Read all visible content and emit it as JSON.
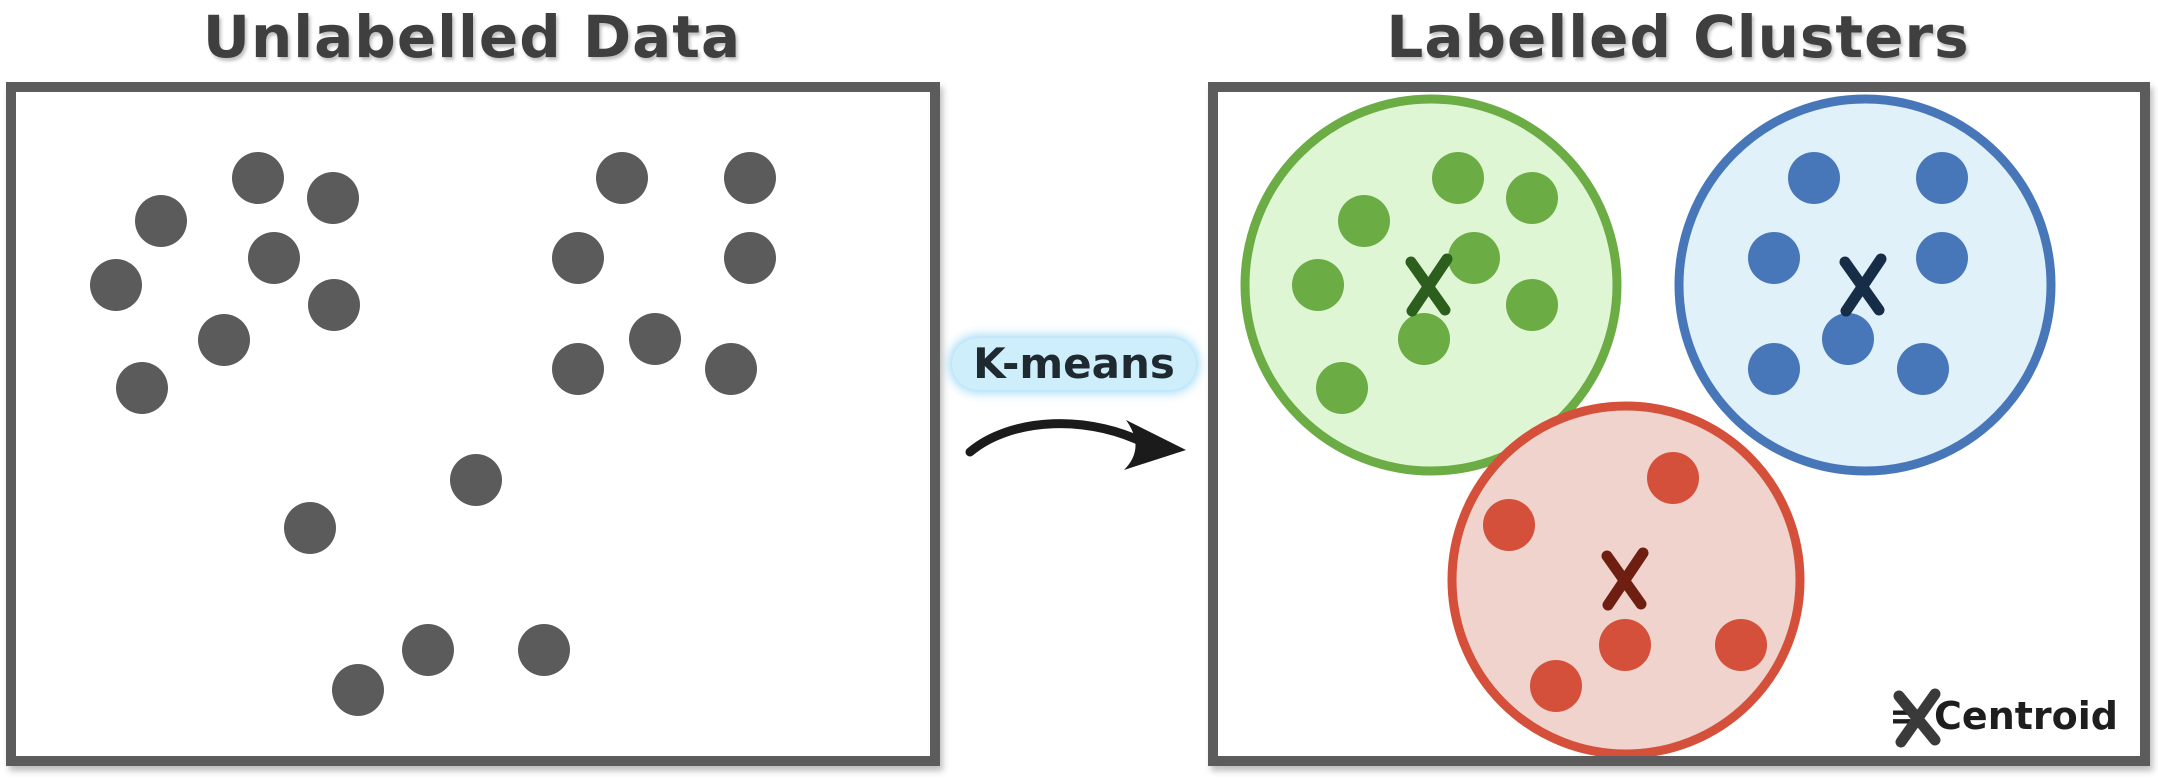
{
  "titles": {
    "left": "Unlabelled Data",
    "right": "Labelled Clusters"
  },
  "arrow": {
    "label": "K-means"
  },
  "legend": {
    "symbol": "centroid-x-icon",
    "text": "= Centroid"
  },
  "colors": {
    "panel_border": "#5c5c5c",
    "unlabelled_point": "#5b5b5b",
    "green": "#6bac45",
    "blue": "#4877b9",
    "red": "#d5503a"
  },
  "chart_data": {
    "type": "scatter",
    "unlabelled_points": [
      [
        258,
        178
      ],
      [
        333,
        198
      ],
      [
        161,
        221
      ],
      [
        274,
        258
      ],
      [
        116,
        285
      ],
      [
        334,
        305
      ],
      [
        224,
        340
      ],
      [
        142,
        388
      ],
      [
        622,
        178
      ],
      [
        750,
        178
      ],
      [
        578,
        258
      ],
      [
        750,
        258
      ],
      [
        655,
        339
      ],
      [
        578,
        369
      ],
      [
        731,
        369
      ],
      [
        476,
        480
      ],
      [
        310,
        528
      ],
      [
        428,
        650
      ],
      [
        544,
        650
      ],
      [
        358,
        690
      ]
    ],
    "clusters": [
      {
        "name": "green",
        "center": [
          1431,
          285
        ],
        "radius": 186,
        "fill": "#dff6d4",
        "stroke": "#6bac45",
        "point_color": "#6bac45",
        "centroid": [
          1428,
          286
        ],
        "centroid_color": "#2c5e1e",
        "points": [
          [
            1458,
            178
          ],
          [
            1532,
            198
          ],
          [
            1364,
            221
          ],
          [
            1474,
            258
          ],
          [
            1318,
            285
          ],
          [
            1532,
            305
          ],
          [
            1424,
            339
          ],
          [
            1342,
            388
          ]
        ]
      },
      {
        "name": "blue",
        "center": [
          1865,
          285
        ],
        "radius": 186,
        "fill": "#e0f1f9",
        "stroke": "#4877b9",
        "point_color": "#4877b9",
        "centroid": [
          1862,
          286
        ],
        "centroid_color": "#172c46",
        "points": [
          [
            1814,
            178
          ],
          [
            1942,
            178
          ],
          [
            1774,
            258
          ],
          [
            1942,
            258
          ],
          [
            1848,
            339
          ],
          [
            1774,
            369
          ],
          [
            1923,
            369
          ]
        ]
      },
      {
        "name": "red",
        "center": [
          1626,
          580
        ],
        "radius": 174,
        "fill": "#efd3cc",
        "stroke": "#d5503a",
        "point_color": "#d5503a",
        "centroid": [
          1624,
          580
        ],
        "centroid_color": "#6e1f12",
        "points": [
          [
            1673,
            478
          ],
          [
            1509,
            525
          ],
          [
            1625,
            645
          ],
          [
            1741,
            645
          ],
          [
            1556,
            686
          ]
        ]
      }
    ]
  }
}
